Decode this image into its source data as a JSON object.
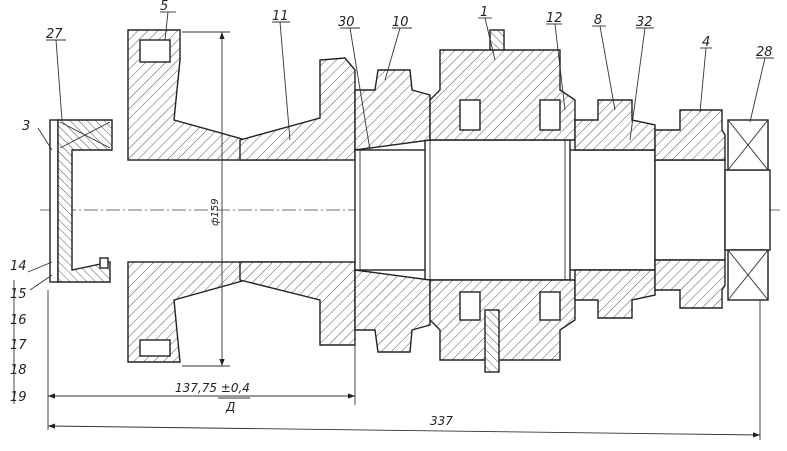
{
  "callouts": {
    "c5": "5",
    "c11": "11",
    "c30": "30",
    "c10": "10",
    "c1": "1",
    "c12": "12",
    "c8": "8",
    "c32": "32",
    "c4": "4",
    "c28": "28",
    "c27": "27",
    "c3": "3",
    "c14": "14",
    "c15": "15",
    "c16": "16",
    "c17": "17",
    "c18": "18",
    "c19": "19"
  },
  "dimensions": {
    "diameter": "ф159",
    "length_tolerance": "137,75 ±0,4",
    "datum_letter": "Д",
    "total_length": "337"
  }
}
